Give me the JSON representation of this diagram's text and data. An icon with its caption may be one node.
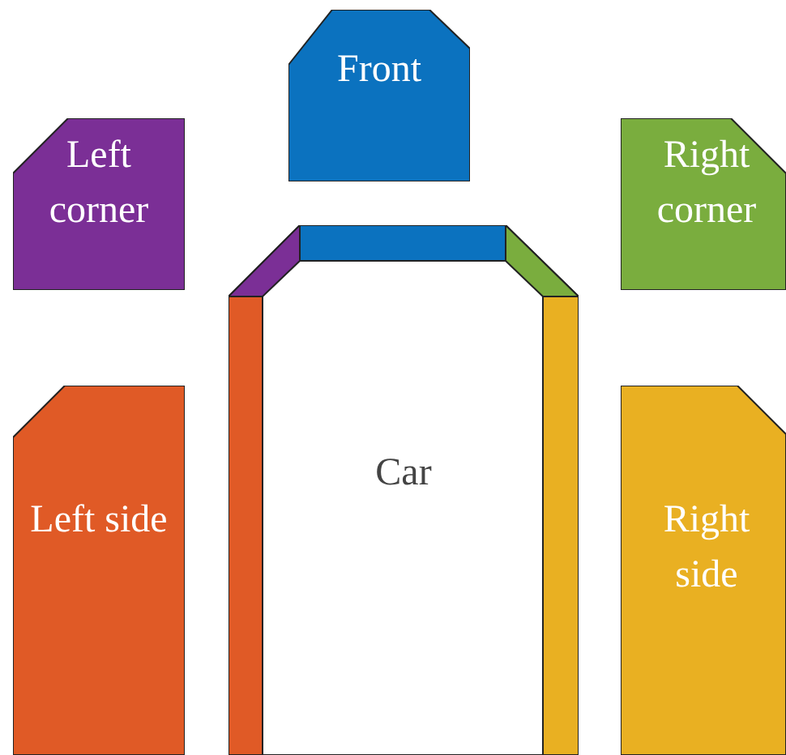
{
  "diagram": {
    "nodes": [
      {
        "text": [
          "Front"
        ]
      },
      {
        "text": [
          "Left corner"
        ]
      },
      {
        "text": [
          "Right corner"
        ]
      },
      {
        "text": [
          "Car"
        ]
      },
      {
        "text": [
          "Left side"
        ]
      },
      {
        "text": [
          "Right side"
        ]
      }
    ],
    "edges": []
  }
}
